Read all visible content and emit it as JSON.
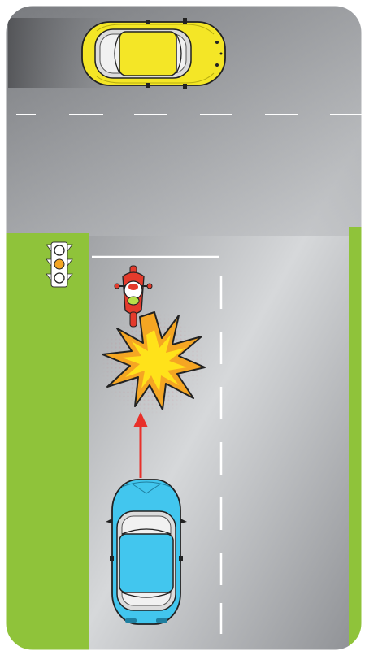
{
  "scene": {
    "type": "traffic-accident-diagram",
    "road_surface": "asphalt-gray",
    "colors": {
      "road_dark": "#7a7c80",
      "road_light": "#d4d6d8",
      "grass": "#8fc33a",
      "lane_marking": "#ffffff",
      "yellow_car": "#f4e626",
      "blue_car": "#42c6ee",
      "motorcycle": "#e43b2c",
      "collision_orange": "#f5a623",
      "collision_yellow": "#ffe21a",
      "arrow_red": "#e8302a",
      "traffic_light_amber": "#f5a623"
    },
    "traffic_light": {
      "state": "amber",
      "icon": "traffic-light-icon"
    },
    "vehicles": [
      {
        "id": "yellow-car",
        "icon": "car-icon",
        "color": "yellow",
        "direction": "right-to-left"
      },
      {
        "id": "motorcycle",
        "icon": "motorcycle-icon",
        "color": "red",
        "direction": "up"
      },
      {
        "id": "blue-car",
        "icon": "car-icon",
        "color": "blue",
        "direction": "up"
      }
    ],
    "movement_arrow": {
      "icon": "arrow-up-icon",
      "from": "blue-car",
      "to": "collision"
    },
    "collision": {
      "icon": "collision-burst-icon",
      "between": [
        "blue-car",
        "motorcycle"
      ]
    }
  }
}
